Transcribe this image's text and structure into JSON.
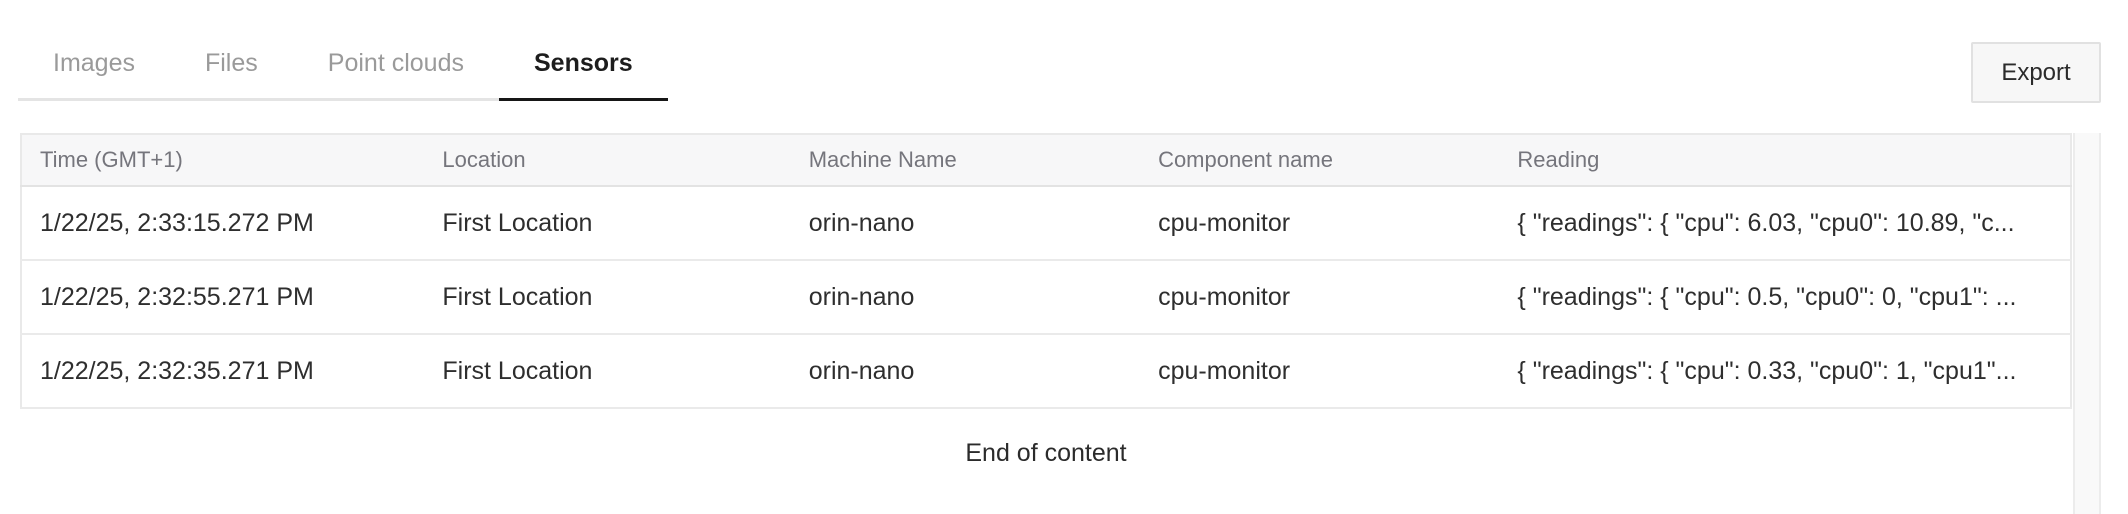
{
  "tabs": {
    "items": [
      {
        "label": "Images",
        "active": false
      },
      {
        "label": "Files",
        "active": false
      },
      {
        "label": "Point clouds",
        "active": false
      },
      {
        "label": "Sensors",
        "active": true
      }
    ]
  },
  "toolbar": {
    "export_label": "Export"
  },
  "table": {
    "columns": [
      "Time (GMT+1)",
      "Location",
      "Machine Name",
      "Component name",
      "Reading"
    ],
    "rows": [
      {
        "time": "1/22/25, 2:33:15.272 PM",
        "location": "First Location",
        "machine": "orin-nano",
        "component": "cpu-monitor",
        "reading": "{ \"readings\": { \"cpu\": 6.03, \"cpu0\": 10.89, \"c..."
      },
      {
        "time": "1/22/25, 2:32:55.271 PM",
        "location": "First Location",
        "machine": "orin-nano",
        "component": "cpu-monitor",
        "reading": "{ \"readings\": { \"cpu\": 0.5, \"cpu0\": 0, \"cpu1\": ..."
      },
      {
        "time": "1/22/25, 2:32:35.271 PM",
        "location": "First Location",
        "machine": "orin-nano",
        "component": "cpu-monitor",
        "reading": "{ \"readings\": { \"cpu\": 0.33, \"cpu0\": 1, \"cpu1\"..."
      }
    ],
    "end_message": "End of content"
  },
  "colors": {
    "active_tab_underline": "#161616",
    "header_bg": "#f7f7f8",
    "border": "#e9e9e9"
  }
}
